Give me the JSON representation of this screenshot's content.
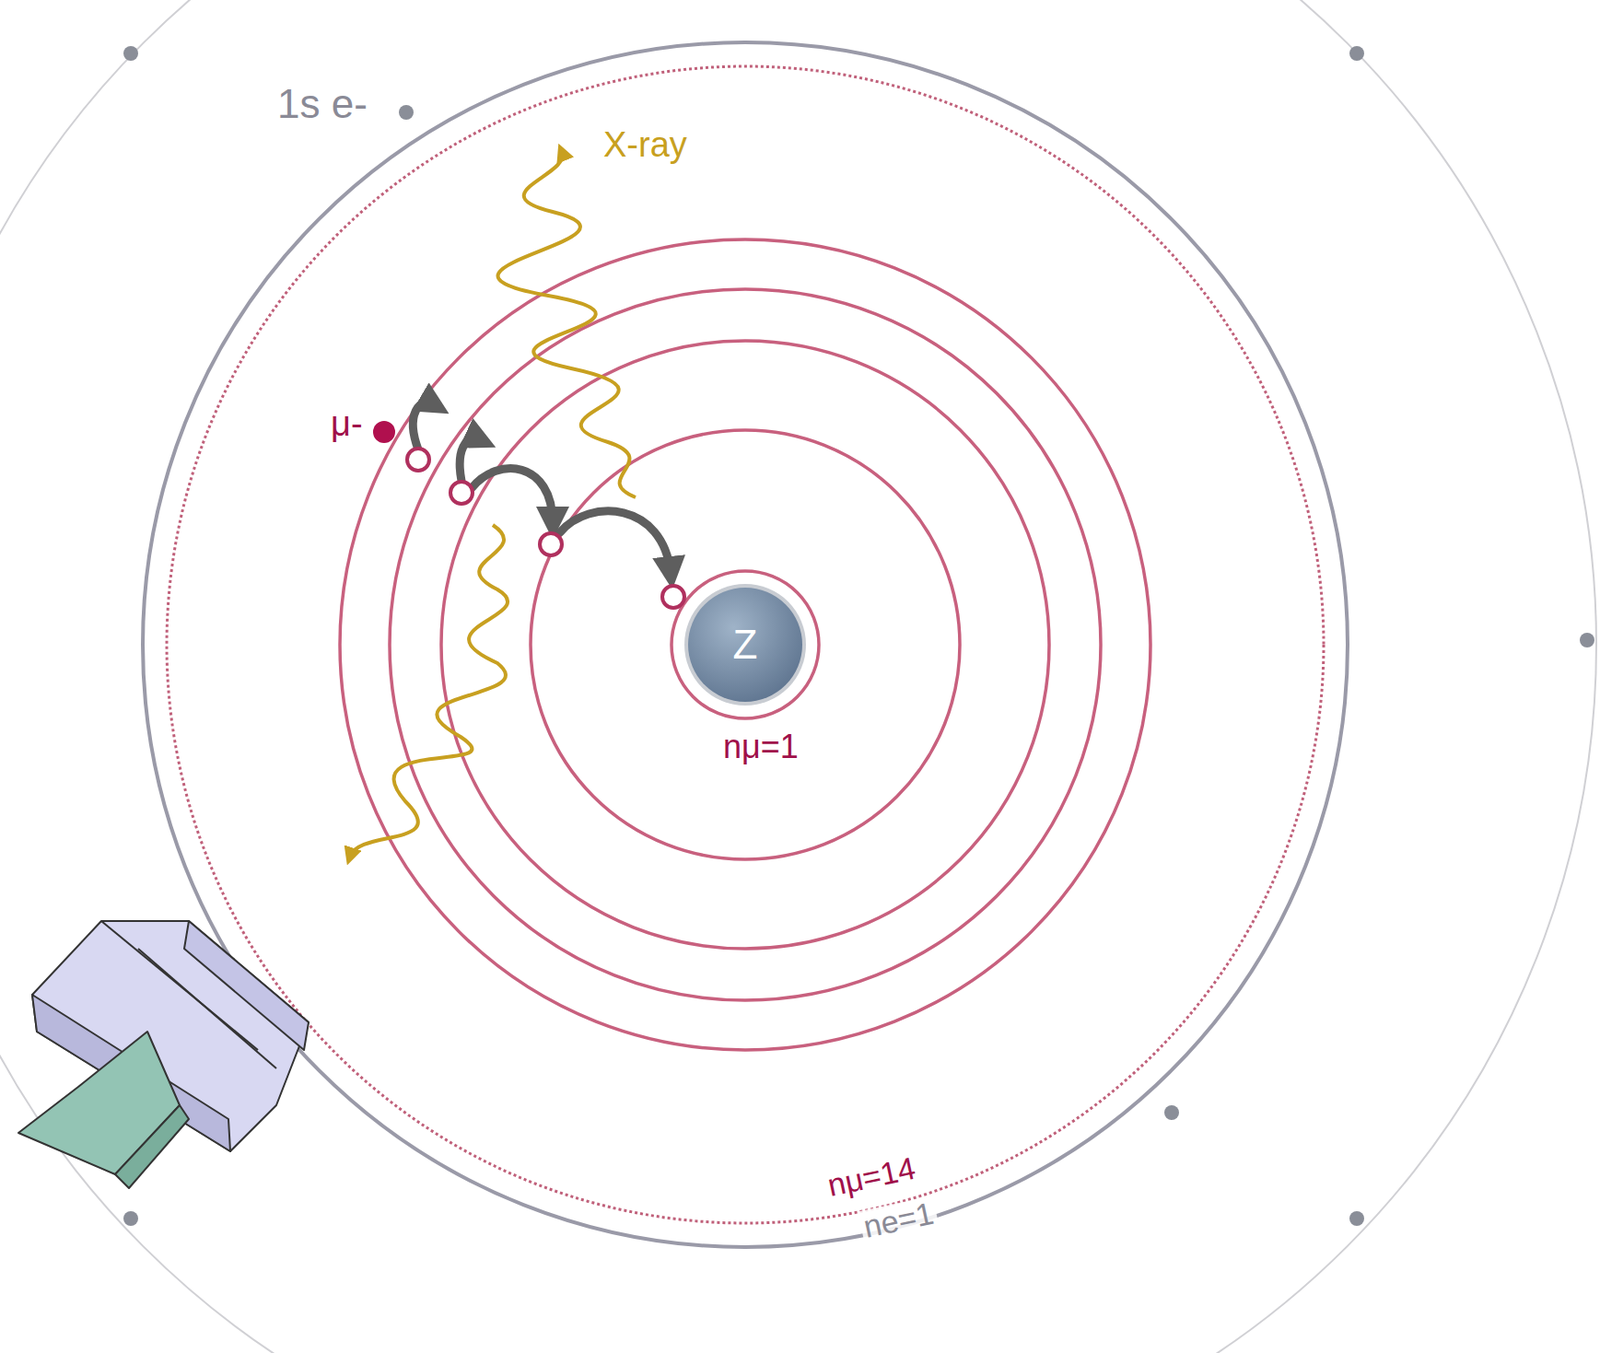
{
  "diagram": {
    "nodes": [
      {
        "text": [
          "Z"
        ]
      }
    ],
    "labels": [
      "1s e-",
      "X-ray",
      "μ-",
      "nμ=1",
      "nμ=14",
      "ne=1"
    ]
  }
}
